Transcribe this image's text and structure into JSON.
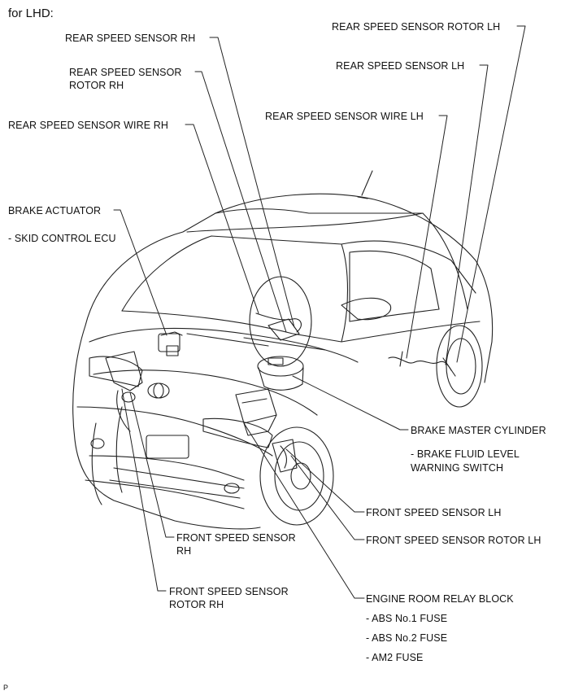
{
  "header": "for LHD:",
  "footer_code": "P",
  "labels": {
    "rear_speed_sensor_rh": "REAR SPEED SENSOR RH",
    "rear_speed_sensor_rotor_rh_1": "REAR SPEED SENSOR",
    "rear_speed_sensor_rotor_rh_2": "ROTOR RH",
    "rear_speed_sensor_wire_rh": "REAR SPEED SENSOR WIRE RH",
    "brake_actuator": "BRAKE ACTUATOR",
    "skid_control_ecu": "- SKID CONTROL ECU",
    "rear_speed_sensor_rotor_lh": "REAR SPEED SENSOR ROTOR LH",
    "rear_speed_sensor_lh": "REAR SPEED SENSOR LH",
    "rear_speed_sensor_wire_lh": "REAR SPEED SENSOR WIRE LH",
    "brake_master_cylinder": "BRAKE MASTER CYLINDER",
    "brake_fluid_level_1": "- BRAKE FLUID LEVEL",
    "brake_fluid_level_2": "WARNING SWITCH",
    "front_speed_sensor_lh": "FRONT SPEED SENSOR LH",
    "front_speed_sensor_rotor_lh": "FRONT SPEED SENSOR ROTOR LH",
    "front_speed_sensor_rh_1": "FRONT SPEED SENSOR",
    "front_speed_sensor_rh_2": "RH",
    "front_speed_sensor_rotor_rh_1": "FRONT SPEED SENSOR",
    "front_speed_sensor_rotor_rh_2": "ROTOR RH",
    "engine_room_relay_block": "ENGINE ROOM RELAY BLOCK",
    "abs_no1_fuse": "- ABS No.1 FUSE",
    "abs_no2_fuse": "- ABS No.2 FUSE",
    "am2_fuse": "- AM2 FUSE"
  }
}
